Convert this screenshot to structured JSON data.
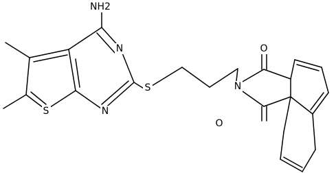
{
  "colors": {
    "background": "#ffffff",
    "ink": "#000000"
  },
  "atoms": [
    {
      "id": "nh2",
      "label": "NH2"
    },
    {
      "id": "n3",
      "label": "N"
    },
    {
      "id": "n1",
      "label": "N"
    },
    {
      "id": "s_thio",
      "label": "S"
    },
    {
      "id": "s_link",
      "label": "S"
    },
    {
      "id": "n_imide",
      "label": "N"
    },
    {
      "id": "o_top",
      "label": "O"
    },
    {
      "id": "o_bottom",
      "label": "O"
    }
  ]
}
